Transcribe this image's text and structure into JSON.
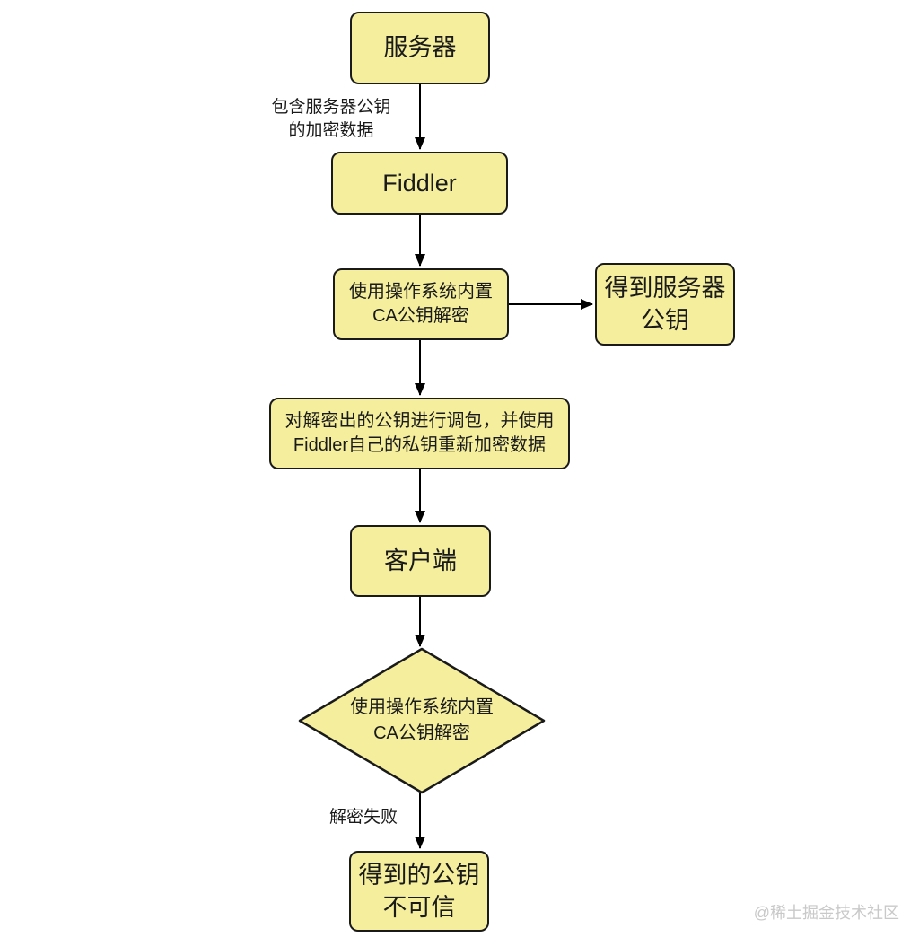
{
  "diagram": {
    "type": "flowchart",
    "topic": "Fiddler HTTPS man-in-the-middle key swap flow",
    "nodes": {
      "server": {
        "label": "服务器",
        "shape": "rounded-rect"
      },
      "fiddler": {
        "label": "Fiddler",
        "shape": "rounded-rect"
      },
      "decrypt_with_os_ca": {
        "label": "使用操作系统内置\nCA公钥解密",
        "shape": "rounded-rect"
      },
      "got_server_public_key": {
        "label": "得到服务器\n公钥",
        "shape": "rounded-rect"
      },
      "swap_key_reencrypt": {
        "label": "对解密出的公钥进行调包，并使用\nFiddler自己的私钥重新加密数据",
        "shape": "rounded-rect"
      },
      "client": {
        "label": "客户端",
        "shape": "rounded-rect"
      },
      "client_decrypt_with_os_ca": {
        "label": "使用操作系统内置\nCA公钥解密",
        "shape": "diamond"
      },
      "public_key_untrusted": {
        "label": "得到的公钥\n不可信",
        "shape": "rounded-rect"
      }
    },
    "edges": {
      "server_to_fiddler": {
        "label": "包含服务器公钥\n的加密数据"
      },
      "fiddler_to_decrypt": {
        "label": ""
      },
      "decrypt_to_got_key": {
        "label": ""
      },
      "decrypt_to_swap": {
        "label": ""
      },
      "swap_to_client": {
        "label": ""
      },
      "client_to_diamond": {
        "label": ""
      },
      "diamond_to_untrusted": {
        "label": "解密失败"
      }
    },
    "watermark": "@稀土掘金技术社区",
    "colors": {
      "node_fill": "#F4EE9D",
      "node_border": "#1A1A1A",
      "arrow": "#000000",
      "watermark": "#C9C9C9"
    }
  }
}
